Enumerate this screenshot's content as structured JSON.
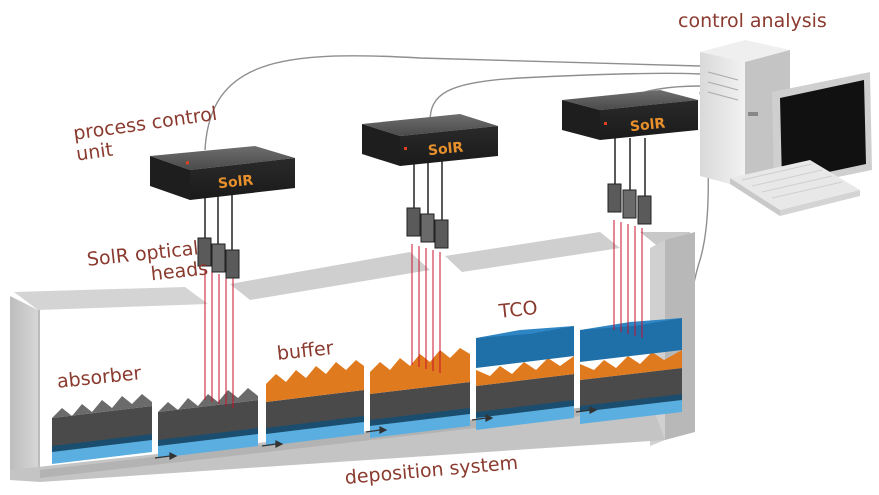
{
  "labels": {
    "control_analysis": "control analysis",
    "process_control_line1": "process control",
    "process_control_line2": "unit",
    "optical_heads_line1": "SolR optical",
    "optical_heads_line2": "heads",
    "absorber": "absorber",
    "buffer": "buffer",
    "tco": "TCO",
    "deposition_system": "deposition system"
  },
  "control_units": [
    {
      "display": "SolR"
    },
    {
      "display": "SolR"
    },
    {
      "display": "SolR"
    }
  ],
  "colors": {
    "label_text": "#8a3a2e",
    "unit_display_text": "#e8912c",
    "laser_lines": "#c8102e",
    "buffer_layer": "#e07a1f",
    "tco_layer": "#1f6fa8",
    "substrate_blue": "#5aaee0",
    "enclosure": "#c9c9c9"
  },
  "icons": [
    "computer-tower-icon",
    "monitor-icon",
    "keyboard-icon",
    "optical-head-icon",
    "arrow-right-icon"
  ]
}
